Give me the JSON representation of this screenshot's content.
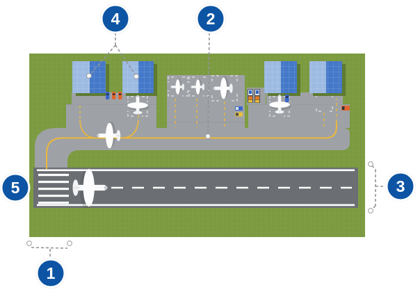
{
  "diagram": {
    "name": "airport-layout-diagram",
    "callouts": {
      "c1": "1",
      "c2": "2",
      "c3": "3",
      "c4": "4",
      "c5": "5"
    },
    "colors": {
      "callout_blue": "#0d55a4",
      "grass_green": "#7d9b41",
      "runway_gray": "#6b6f73",
      "pavement_gray": "#9ea2a6",
      "taxiline_yellow": "#ecb73b",
      "hangar_blue_light": "#9cbae2",
      "hangar_blue_dark": "#4478c8",
      "marking_white": "#ffffff"
    }
  }
}
